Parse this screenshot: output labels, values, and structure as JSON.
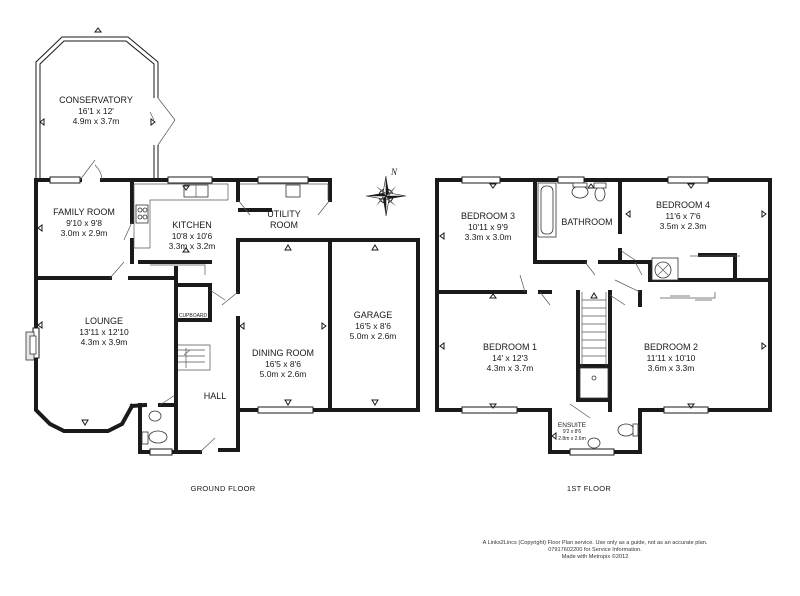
{
  "ground_floor": {
    "label": "GROUND FLOOR",
    "rooms": {
      "conservatory": {
        "name": "CONSERVATORY",
        "imperial": "16'1 x 12'",
        "metric": "4.9m x 3.7m"
      },
      "family_room": {
        "name": "FAMILY ROOM",
        "imperial": "9'10 x 9'8",
        "metric": "3.0m x 2.9m"
      },
      "kitchen": {
        "name": "KITCHEN",
        "imperial": "10'8 x 10'6",
        "metric": "3.3m x 3.2m"
      },
      "utility_room": {
        "name1": "UTILITY",
        "name2": "ROOM"
      },
      "lounge": {
        "name": "LOUNGE",
        "imperial": "13'11 x 12'10",
        "metric": "4.3m x 3.9m"
      },
      "dining_room": {
        "name": "DINING ROOM",
        "imperial": "16'5 x 8'6",
        "metric": "5.0m x 2.6m"
      },
      "garage": {
        "name": "GARAGE",
        "imperial": "16'5 x 8'6",
        "metric": "5.0m x 2.6m"
      },
      "hall": {
        "name": "HALL"
      },
      "cupboard": {
        "name": "CUPBOARD"
      }
    }
  },
  "first_floor": {
    "label": "1ST FLOOR",
    "rooms": {
      "bedroom_3": {
        "name": "BEDROOM 3",
        "imperial": "10'11 x 9'9",
        "metric": "3.3m x 3.0m"
      },
      "bathroom": {
        "name": "BATHROOM"
      },
      "bedroom_4": {
        "name": "BEDROOM 4",
        "imperial": "11'6 x 7'6",
        "metric": "3.5m x 2.3m"
      },
      "bedroom_1": {
        "name": "BEDROOM 1",
        "imperial": "14' x 12'3",
        "metric": "4.3m x 3.7m"
      },
      "bedroom_2": {
        "name": "BEDROOM 2",
        "imperial": "11'11 x 10'10",
        "metric": "3.6m x 3.3m"
      },
      "ensuite": {
        "name": "ENSUITE",
        "imperial": "9'2 x 8'6",
        "metric": "2.8m x 2.6m"
      }
    }
  },
  "compass": {
    "north_label": "N"
  },
  "disclaimer": {
    "line1": "A Links2Lincs (Copyright) Floor Plan service.  Use only as a guide, not as an accurate plan.",
    "line2": "07917602200 for Service Information.",
    "line3": "Made with Metropix ©2012"
  }
}
